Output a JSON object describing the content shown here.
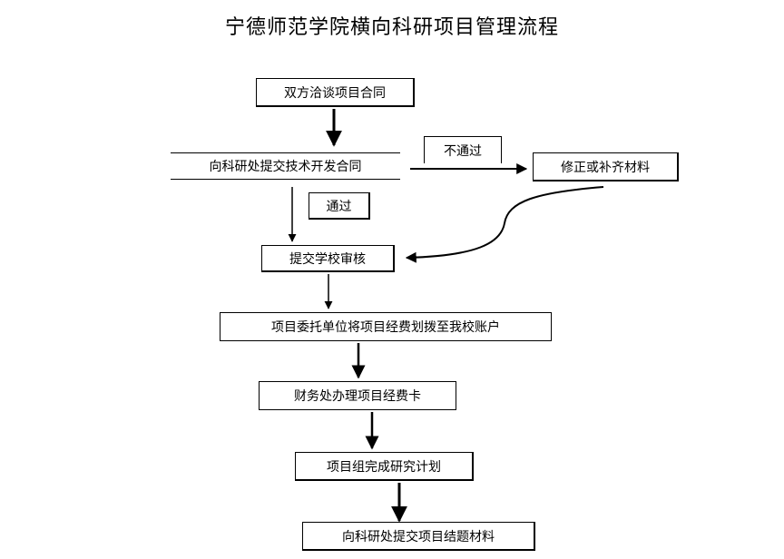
{
  "title": "宁德师范学院横向科研项目管理流程",
  "nodes": {
    "negotiate": "双方洽谈项目合同",
    "submit_contract": "向科研处提交技术开发合同",
    "reject_label": "不通过",
    "revise": "修正或补齐材料",
    "pass_label": "通过",
    "school_review": "提交学校审核",
    "transfer_funds": "项目委托单位将项目经费划拨至我校账户",
    "fund_card": "财务处办理项目经费卡",
    "research_plan": "项目组完成研究计划",
    "conclusion": "向科研处提交项目结题材料"
  }
}
